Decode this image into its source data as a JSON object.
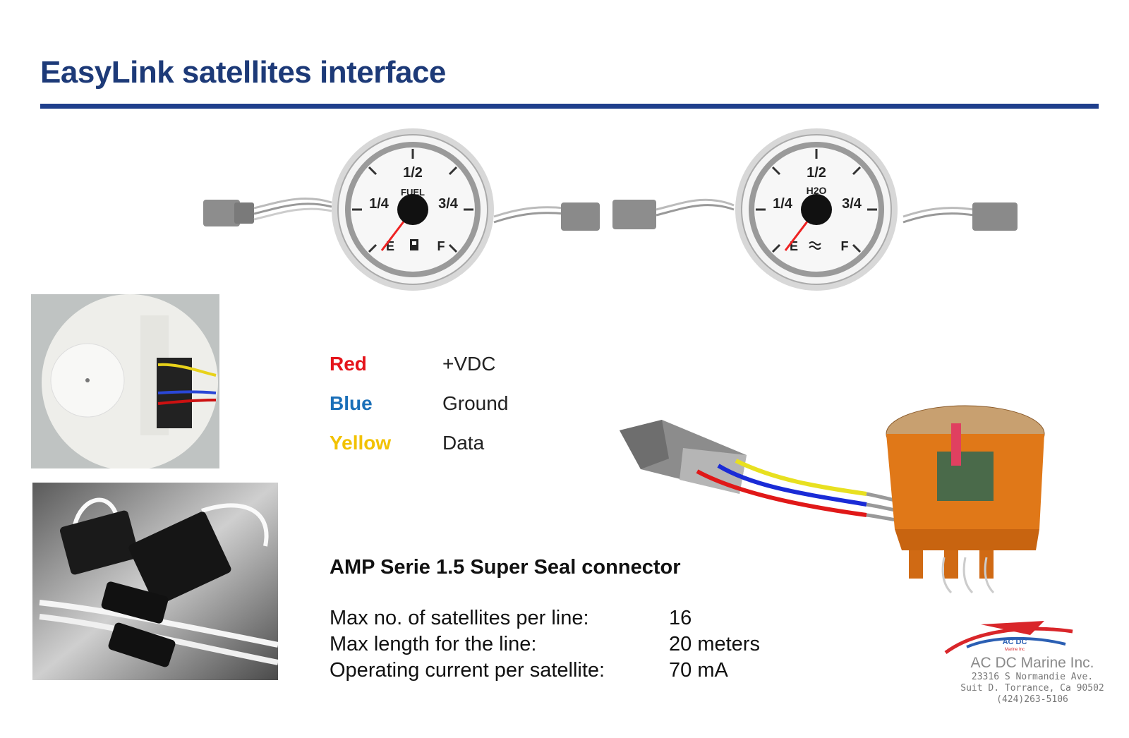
{
  "title": "EasyLink satellites interface",
  "gauges": [
    {
      "top_label": "1/2",
      "left_label": "1/4",
      "right_label": "3/4",
      "name": "FUEL",
      "empty": "E",
      "full": "F"
    },
    {
      "top_label": "1/2",
      "left_label": "1/4",
      "right_label": "3/4",
      "name": "H2O",
      "empty": "E",
      "full": "F"
    }
  ],
  "wires": [
    {
      "color_name": "Red",
      "function": "+VDC",
      "color": "#e5141b"
    },
    {
      "color_name": "Blue",
      "function": "Ground",
      "color": "#1a6fb8"
    },
    {
      "color_name": "Yellow",
      "function": "Data",
      "color": "#f2c200"
    }
  ],
  "connector_title": "AMP Serie 1.5 Super Seal connector",
  "specs": [
    {
      "label": "Max no. of satellites per line:",
      "value": "16"
    },
    {
      "label": "Max length for the line:",
      "value": "20 meters"
    },
    {
      "label": "Operating current per satellite:",
      "value": "70 mA"
    }
  ],
  "logo": {
    "mark_text": "AC DC",
    "mark_subtext": "Marine Inc",
    "company": "AC DC Marine Inc.",
    "address_line1": "23316  S  Normandie  Ave.",
    "address_line2": "Suit D. Torrance, Ca 90502",
    "phone": "(424)263-5106"
  },
  "colors": {
    "title": "#1d3a78",
    "rule": "#1f3f8c",
    "logo_red": "#d9262a",
    "logo_blue": "#2b5fb3"
  }
}
